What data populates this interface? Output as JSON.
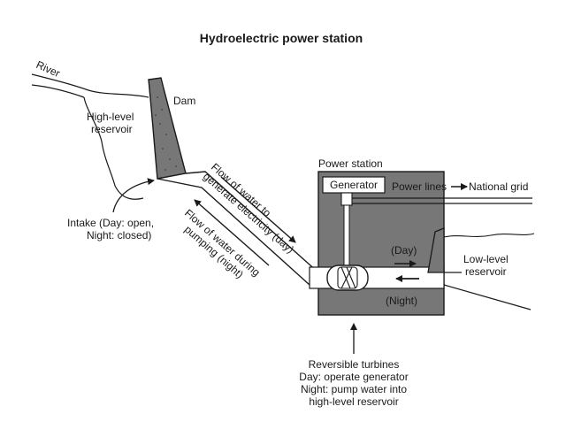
{
  "title": "Hydroelectric power station",
  "labels": {
    "river": "River",
    "dam": "Dam",
    "high_reservoir": [
      "High-level",
      "reservoir"
    ],
    "power_station": "Power station",
    "generator": "Generator",
    "power_lines": "Power lines",
    "national_grid": "National grid",
    "flow_day": [
      "Flow of water to",
      "generate electricity (day)"
    ],
    "flow_night": [
      "Flow of water during",
      "pumping (night)"
    ],
    "intake": [
      "Intake (Day: open,",
      "Night: closed)"
    ],
    "day": "(Day)",
    "night": "(Night)",
    "low_reservoir": [
      "Low-level",
      "reservoir"
    ],
    "turbines": [
      "Reversible turbines",
      "Day: operate generator",
      "Night: pump water into",
      "high-level reservoir"
    ]
  },
  "colors": {
    "structure_fill": "#777777",
    "outline": "#1a1a1a",
    "background": "#ffffff"
  }
}
